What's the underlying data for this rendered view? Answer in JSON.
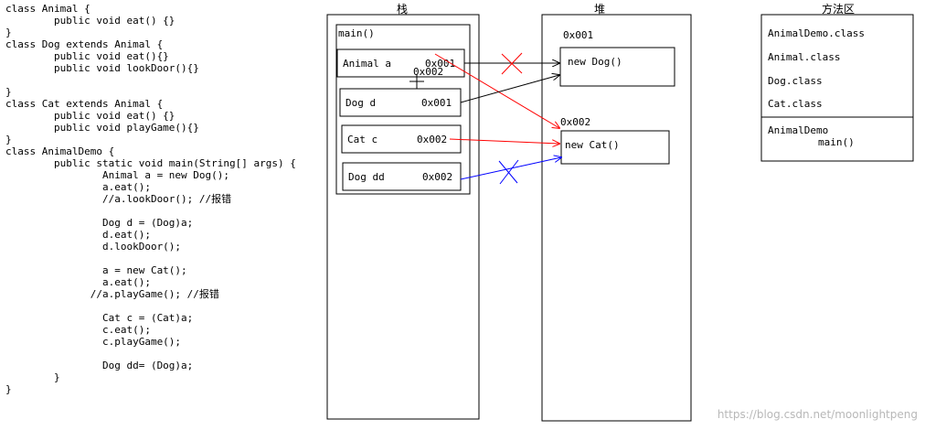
{
  "code_lines": [
    "class Animal {",
    "        public void eat() {}",
    "}",
    "class Dog extends Animal {",
    "        public void eat(){}",
    "        public void lookDoor(){}",
    "",
    "}",
    "class Cat extends Animal {",
    "        public void eat() {}",
    "        public void playGame(){}",
    "}",
    "class AnimalDemo {",
    "        public static void main(String[] args) {",
    "                Animal a = new Dog();",
    "                a.eat();",
    "                //a.lookDoor(); //报错",
    "",
    "                Dog d = (Dog)a;",
    "                d.eat();",
    "                d.lookDoor();",
    "",
    "                a = new Cat();",
    "                a.eat();",
    "              //a.playGame(); //报错",
    "",
    "                Cat c = (Cat)a;",
    "                c.eat();",
    "                c.playGame();",
    "",
    "                Dog dd= (Dog)a;",
    "        }",
    "}"
  ],
  "stack": {
    "title": "栈",
    "frame_label": "main()",
    "vars": [
      {
        "name": "Animal a",
        "value": "0x001"
      },
      {
        "name": "Dog d",
        "value": "0x001"
      },
      {
        "name": "Cat c",
        "value": "0x002"
      },
      {
        "name": "Dog dd",
        "value": "0x002"
      }
    ],
    "overlay_address": "0x002"
  },
  "heap": {
    "title": "堆",
    "objects": [
      {
        "address": "0x001",
        "label": "new Dog()"
      },
      {
        "address": "0x002",
        "label": "new Cat()"
      }
    ]
  },
  "method_area": {
    "title": "方法区",
    "classes": [
      "AnimalDemo.class",
      "Animal.class",
      "Dog.class",
      "Cat.class"
    ],
    "method_owner": "AnimalDemo",
    "method_name": "main()"
  },
  "colors": {
    "ref_black": "#000000",
    "ref_red": "#ff0000",
    "ref_blue": "#0000ff"
  },
  "watermark": "https://blog.csdn.net/moonlightpeng"
}
